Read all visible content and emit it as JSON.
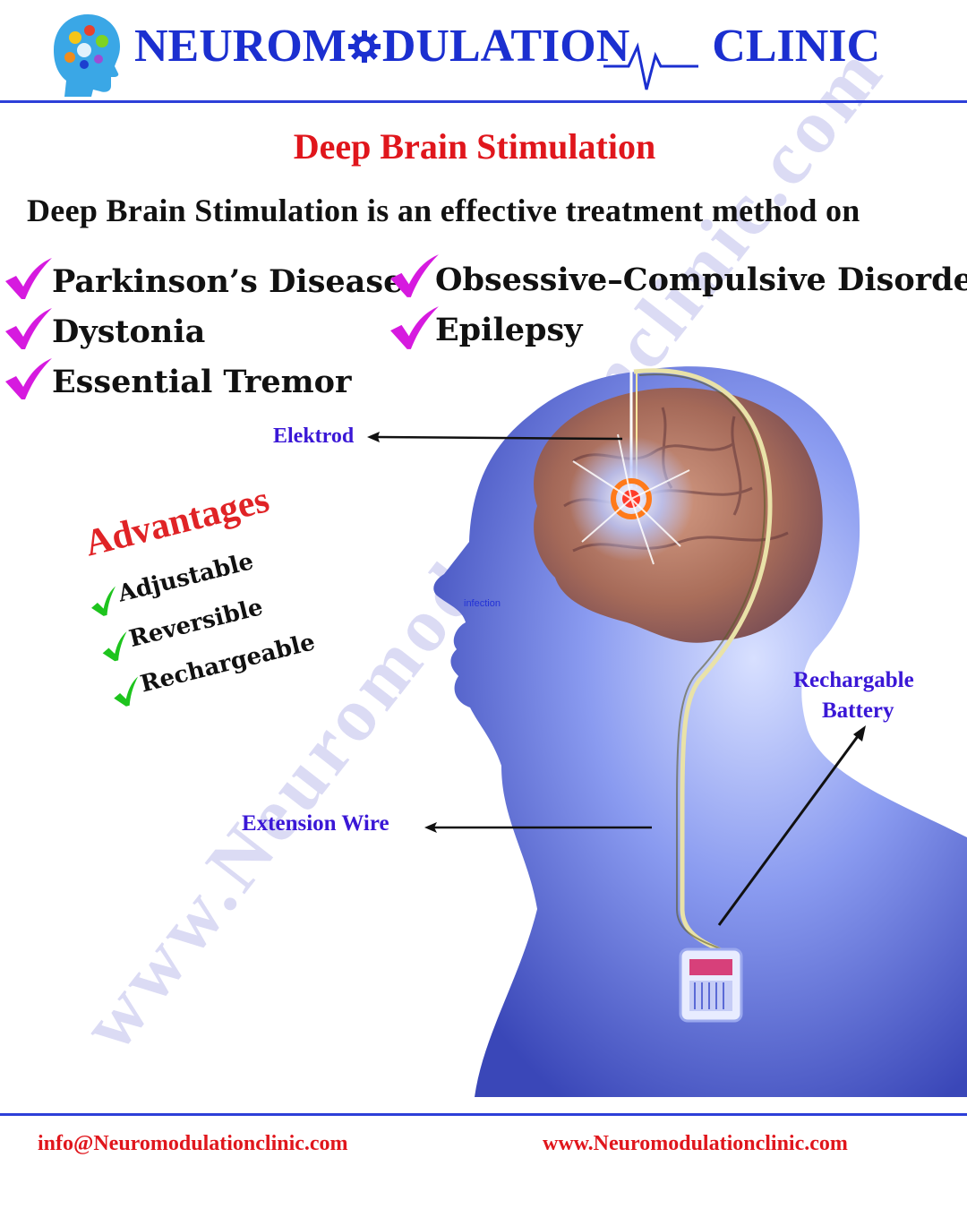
{
  "header": {
    "brand_left": "NEUROM",
    "brand_middle": "DULATION",
    "brand_right": "CLINIC"
  },
  "title": "Deep Brain Stimulation",
  "intro": "Deep Brain Stimulation is an effective treatment method on",
  "conditions_left": [
    "Parkinson’s Disease",
    "Dystonia",
    "Essential Tremor"
  ],
  "conditions_right": [
    "Obsessive–Compulsive Disorder",
    "Epilepsy"
  ],
  "labels": {
    "electrode": "Elektrod",
    "infection": "infection",
    "battery_line1": "Rechargable",
    "battery_line2": "Battery",
    "extension_wire": "Extension Wire"
  },
  "advantages": {
    "title": "Advantages",
    "items": [
      "Adjustable",
      "Reversible",
      "Rechargeable"
    ]
  },
  "watermark": "www.Neuromodulationclinic.com",
  "footer": {
    "email": "info@Neuromodulationclinic.com",
    "website": "www.Neuromodulationclinic.com"
  },
  "colors": {
    "brand_blue": "#1b2fd0",
    "title_red": "#e0161c",
    "label_purple": "#3a17d6",
    "check_magenta": "#d61adf",
    "check_green": "#1ec41e"
  }
}
